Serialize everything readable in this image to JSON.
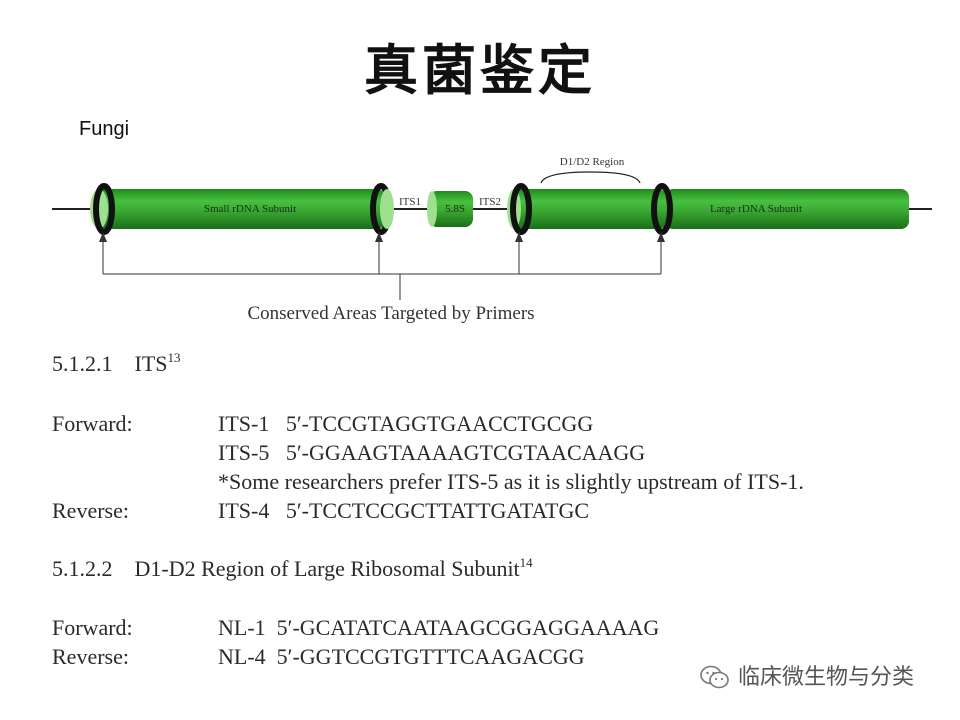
{
  "slide": {
    "title": "真菌鉴定",
    "subtitle": "Fungi"
  },
  "diagram": {
    "labels": {
      "small_subunit": "Small rDNA Subunit",
      "its1": "ITS1",
      "s58": "5.8S",
      "its2": "ITS2",
      "d1d2": "D1/D2 Region",
      "large_subunit": "Large rDNA Subunit",
      "conserved": "Conserved Areas Targeted by Primers"
    },
    "colors": {
      "segment": "#3aa832",
      "segment_dark": "#1f7a1c",
      "band": "#111111"
    }
  },
  "its_section": {
    "number": "5.1.2.1",
    "name": "ITS",
    "ref": "13",
    "forward_label": "Forward:",
    "forward_primers": [
      "ITS-1   5′-TCCGTAGGTGAACCTGCGG",
      "ITS-5   5′-GGAAGTAAAAGTCGTAACAAGG"
    ],
    "note": "*Some researchers prefer ITS-5 as it is slightly upstream of ITS-1.",
    "reverse_label": "Reverse:",
    "reverse_primer": "ITS-4   5′-TCCTCCGCTTATTGATATGC"
  },
  "d1d2_section": {
    "number": "5.1.2.2",
    "name": "D1-D2 Region of Large Ribosomal Subunit",
    "ref": "14",
    "forward_label": "Forward:",
    "forward_primer": "NL-1  5′-GCATATCAATAAGCGGAGGAAAAG",
    "reverse_label": "Reverse:",
    "reverse_primer": "NL-4  5′-GGTCCGTGTTTCAAGACGG"
  },
  "watermark": {
    "text": "临床微生物与分类",
    "icon": "wechat-icon"
  }
}
